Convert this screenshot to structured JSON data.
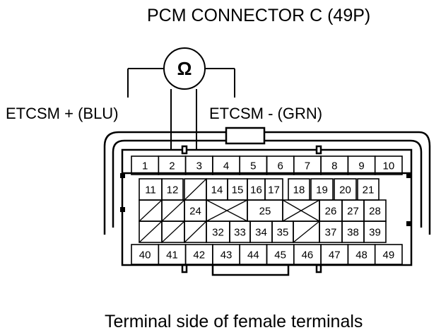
{
  "title": "PCM CONNECTOR C (49P)",
  "meter_symbol": "Ω",
  "probe_positive": "ETCSM + (BLU)",
  "probe_negative": "ETCSM - (GRN)",
  "caption": "Terminal side of female terminals",
  "pins": {
    "row1": [
      "1",
      "2",
      "3",
      "4",
      "5",
      "6",
      "7",
      "8",
      "9",
      "10"
    ],
    "row2": [
      "11",
      "12",
      "14",
      "15",
      "16",
      "17",
      "18",
      "19",
      "20",
      "21"
    ],
    "row3": [
      "24",
      "25",
      "26",
      "27",
      "28"
    ],
    "row4": [
      "32",
      "33",
      "34",
      "35",
      "37",
      "38",
      "39"
    ],
    "row5": [
      "40",
      "41",
      "42",
      "43",
      "44",
      "45",
      "46",
      "47",
      "48",
      "49"
    ]
  }
}
